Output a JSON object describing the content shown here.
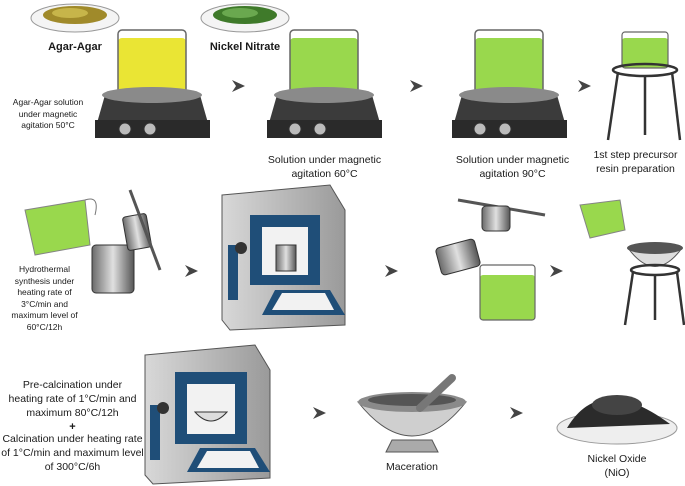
{
  "labels": {
    "agar": "Agar-Agar",
    "nickel_nitrate": "Nickel Nitrate",
    "agar_solution": "Agar-Agar solution under magnetic agitation 50°C",
    "solution_60": "Solution under magnetic agitation 60°C",
    "solution_90": "Solution under magnetic agitation 90°C",
    "precursor": "1st step precursor resin preparation",
    "hydrothermal": "Hydrothermal synthesis under heating rate of 3°C/min and maximum level of 60°C/12h",
    "precalcination": "Pre-calcination under heating rate of 1°C/min and maximum 80°C/12h",
    "plus": "+",
    "calcination": "Calcination under heating rate of 1°C/min and maximum level of 300°C/6h",
    "maceration": "Maceration",
    "product": "Nickel Oxide (NiO)"
  },
  "colors": {
    "agar_powder": "#a08a2a",
    "nickel_powder": "#3f7a2a",
    "yellow_solution": "#e8e21e",
    "green_solution": "#8ed43a",
    "furnace_frame": "#1f4e78",
    "nio_powder": "#2b2b2b"
  }
}
